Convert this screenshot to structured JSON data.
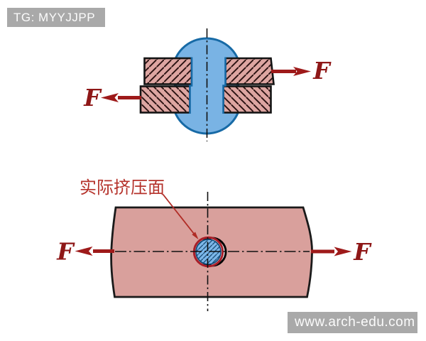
{
  "watermarks": {
    "top_left": "TG: MYYJJPP",
    "bottom_right": "www.arch-edu.com"
  },
  "colors": {
    "plate_pink": "#dda5a1",
    "plate_pink_plain": "#d9a09c",
    "rivet_blue": "#79b3e4",
    "rivet_outline": "#176aa6",
    "force_arrow_red": "#9e1a1a",
    "force_label_red": "#8e1717",
    "annotation_red": "#b5322b",
    "bearing_circle_red": "#a81f29",
    "watermark_gray": "#a9a9a9"
  },
  "top_figure": {
    "description": "riveted lap joint in shear",
    "left_force": "F",
    "right_force": "F"
  },
  "bottom_figure": {
    "description": "plate plan view with bolt bearing on hole",
    "annotation": "实际挤压面",
    "left_force": "F",
    "right_force": "F"
  }
}
